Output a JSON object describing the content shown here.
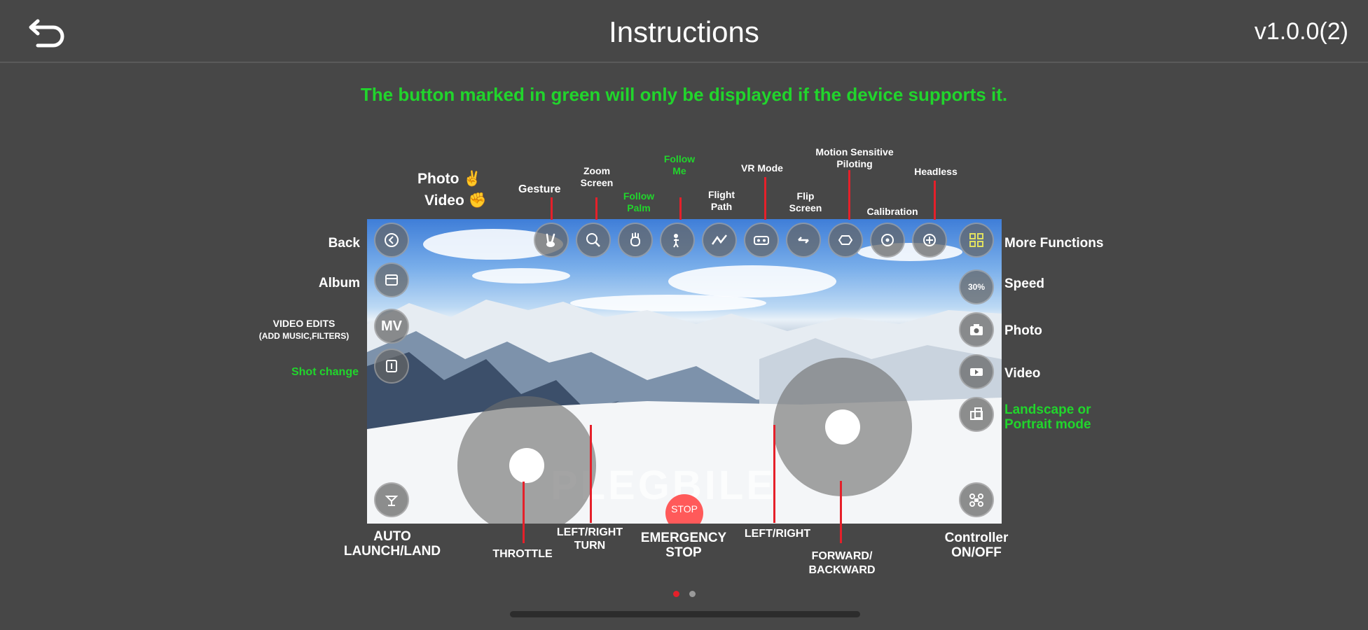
{
  "header": {
    "title": "Instructions",
    "version": "v1.0.0(2)",
    "back_icon": "return-arrow-icon"
  },
  "notice": "The button marked in green will only be displayed if the device supports it.",
  "colors": {
    "background": "#474747",
    "green_label": "#21d52c",
    "pointer_line": "#e5202a",
    "stop_button": "#ff5a5a",
    "page_indicator_active": "#e5202a",
    "page_indicator_inactive": "#9a9a9a"
  },
  "watermark": "PLEGBILE",
  "stop_label": "STOP",
  "speed_value": "30%",
  "mv_label": "MV",
  "top_labels": {
    "photo": "Photo",
    "video": "Video",
    "gesture": "Gesture",
    "zoom_screen": "Zoom Screen",
    "follow_palm": "Follow Palm",
    "follow_me": "Follow Me",
    "flight_path": "Flight Path",
    "vr_mode": "VR Mode",
    "flip_screen": "Flip Screen",
    "motion_sensitive_piloting": "Motion Sensitive Piloting",
    "calibration": "Calibration",
    "headless": "Headless"
  },
  "left_labels": {
    "back": "Back",
    "album": "Album",
    "video_edits": "VIDEO EDITS",
    "video_edits_sub": "(ADD MUSIC,FILTERS)",
    "shot_change": "Shot change"
  },
  "right_labels": {
    "more_functions": "More Functions",
    "speed": "Speed",
    "photo": "Photo",
    "video": "Video",
    "landscape_line1": "Landscape or",
    "landscape_line2": "Portrait mode"
  },
  "bottom_labels": {
    "auto_line1": "AUTO",
    "auto_line2": "LAUNCH/LAND",
    "throttle": "THROTTLE",
    "lr_turn_line1": "LEFT/RIGHT",
    "lr_turn_line2": "TURN",
    "emergency_line1": "EMERGENCY",
    "emergency_line2": "STOP",
    "left_right": "LEFT/RIGHT",
    "fb_line1": "FORWARD/",
    "fb_line2": "BACKWARD",
    "controller_line1": "Controller",
    "controller_line2": "ON/OFF"
  },
  "pagination": {
    "current": 1,
    "total": 2
  }
}
